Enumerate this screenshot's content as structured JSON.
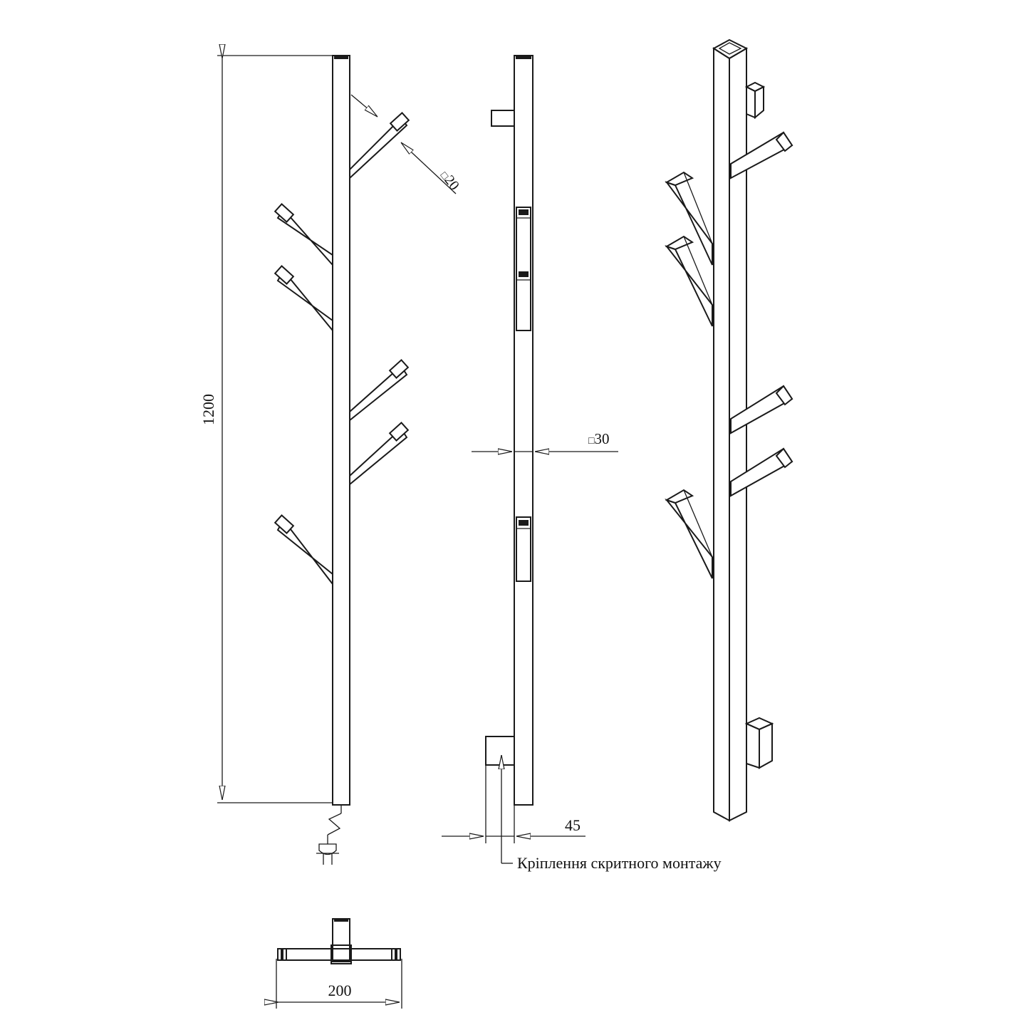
{
  "dimensions": {
    "height": "1200",
    "branch_section": "20",
    "pipe_section": "30",
    "depth": "45",
    "width": "200"
  },
  "annotations": {
    "mount_label": "Кріплення скритного монтажу"
  },
  "symbols": {
    "square_mark": "□"
  },
  "colors": {
    "line": "#1a1a1a",
    "background": "#ffffff"
  }
}
